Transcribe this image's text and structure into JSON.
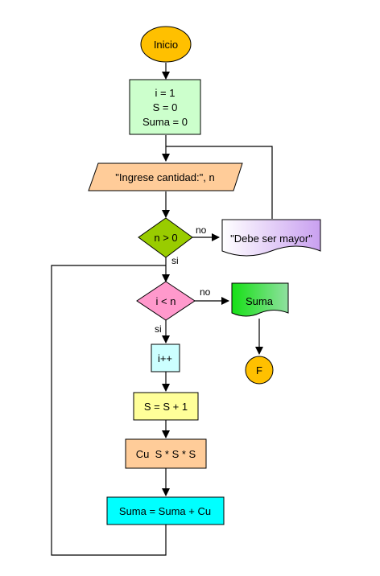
{
  "diagram": {
    "start": "Inicio",
    "init": {
      "line1": "i = 1",
      "line2": "S = 0",
      "line3": "Suma = 0"
    },
    "input": "\"Ingrese cantidad:\", n",
    "cond_n": "n > 0",
    "cond_n_no": "no",
    "cond_n_si": "si",
    "error_msg": "\"Debe ser mayor\"",
    "cond_i": "i < n",
    "cond_i_no": "no",
    "cond_i_si": "si",
    "output": "Suma",
    "end": "F",
    "inc": "i++",
    "s_step": "S = S + 1",
    "cu_step": "Cu  S * S * S",
    "suma_step": "Suma = Suma + Cu"
  }
}
